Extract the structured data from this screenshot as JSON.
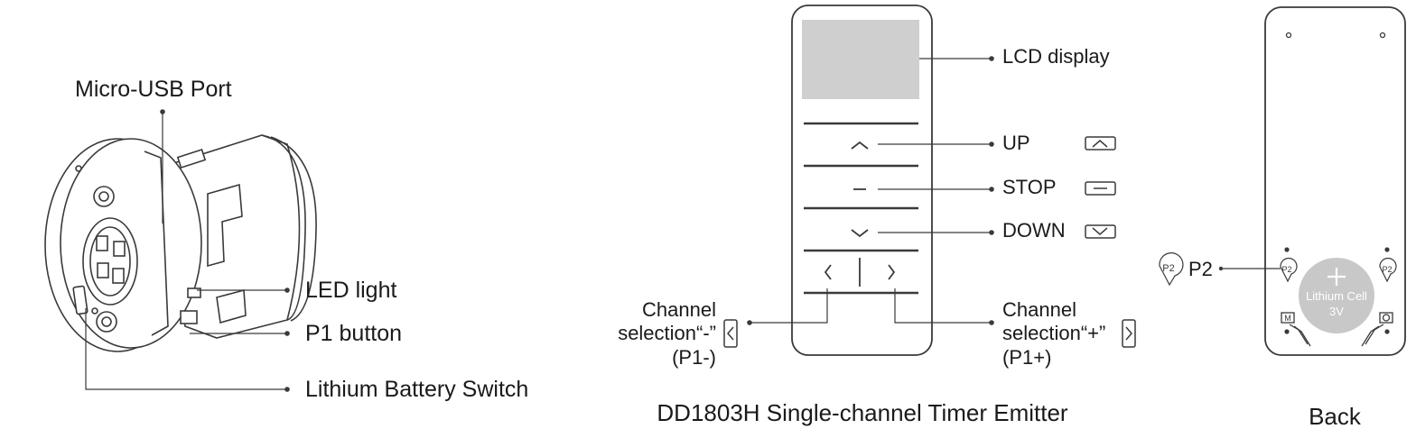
{
  "motor_labels": {
    "usb": "Micro-USB Port",
    "led": "LED light",
    "p1": "P1 button",
    "battery": "Lithium Battery Switch"
  },
  "remote_labels": {
    "lcd": "LCD display",
    "up": "UP",
    "stop": "STOP",
    "down": "DOWN",
    "ch_minus": [
      "Channel",
      "selection“-”",
      "(P1-)"
    ],
    "ch_plus": [
      "Channel",
      "selection“+”",
      "(P1+)"
    ]
  },
  "back_labels": {
    "p2": "P2",
    "p2_icon": "P2",
    "cell_line1": "Lithium Cell",
    "cell_line2": "3V",
    "m_key": "M"
  },
  "captions": {
    "remote": "DD1803H Single-channel Timer Emitter",
    "back": "Back"
  },
  "colors": {
    "stroke": "#3a3a3a",
    "cell_fill": "#c8c8c8",
    "lcd_fill": "#cfcfcf"
  }
}
